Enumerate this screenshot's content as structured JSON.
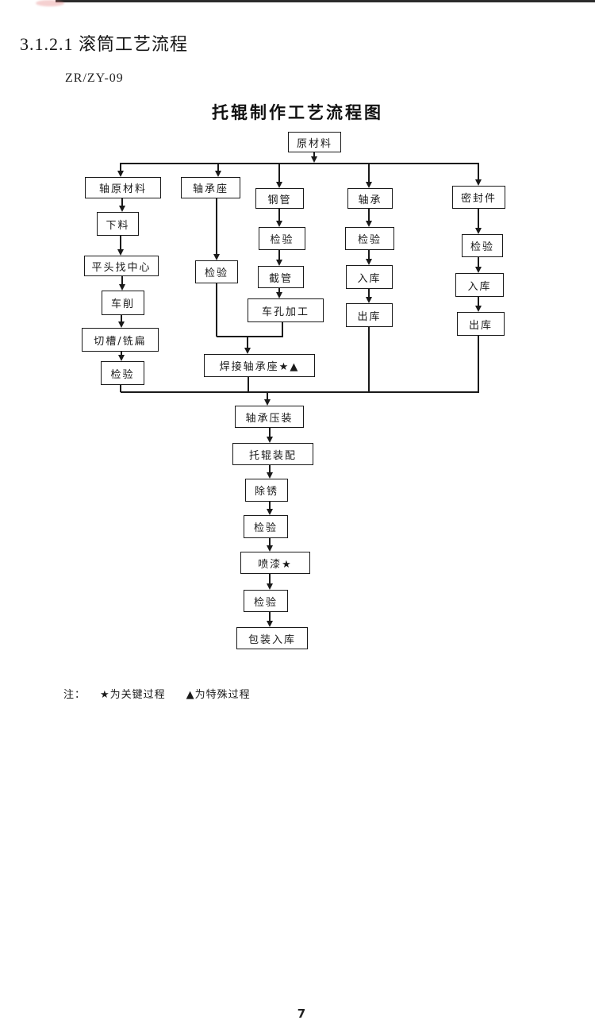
{
  "header": {
    "section_title": "3.1.2.1 滚筒工艺流程",
    "doc_code": "ZR/ZY-09"
  },
  "chart": {
    "title": "托辊制作工艺流程图"
  },
  "flowchart": {
    "nodes": [
      {
        "label": "原材料"
      },
      {
        "label": "轴原材料"
      },
      {
        "label": "下料"
      },
      {
        "label": "平头找中心"
      },
      {
        "label": "车削"
      },
      {
        "label": "切槽/铣扁"
      },
      {
        "label": "检验"
      },
      {
        "label": "轴承座"
      },
      {
        "label": "检验"
      },
      {
        "label": "钢管"
      },
      {
        "label": "检验"
      },
      {
        "label": "截管"
      },
      {
        "label": "车孔加工"
      },
      {
        "label": "焊接轴承座★▲"
      },
      {
        "label": "轴承"
      },
      {
        "label": "检验"
      },
      {
        "label": "入库"
      },
      {
        "label": "出库"
      },
      {
        "label": "密封件"
      },
      {
        "label": "检验"
      },
      {
        "label": "入库"
      },
      {
        "label": "出库"
      },
      {
        "label": "轴承压装"
      },
      {
        "label": "托辊装配"
      },
      {
        "label": "除锈"
      },
      {
        "label": "检验"
      },
      {
        "label": "喷漆★"
      },
      {
        "label": "检验"
      },
      {
        "label": "包装入库"
      }
    ]
  },
  "note": {
    "prefix": "注：",
    "key_process": "★为关键过程",
    "special_process": "▲为特殊过程"
  },
  "footer": {
    "page_number": "7"
  },
  "colors": {
    "ink": "#1a1a1a",
    "paper": "#ffffff"
  }
}
